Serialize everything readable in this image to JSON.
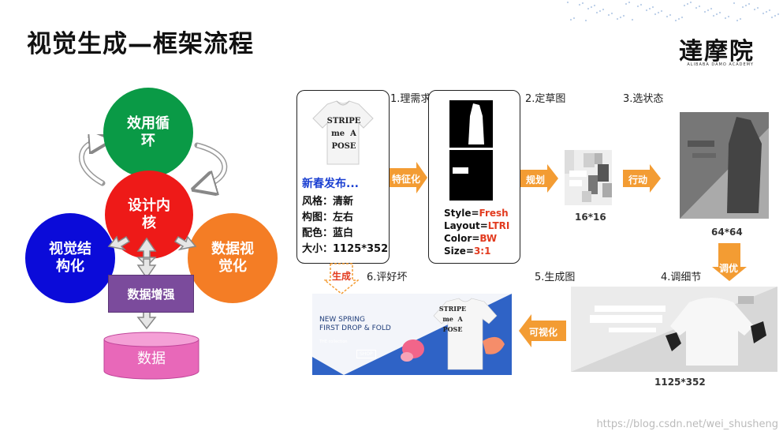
{
  "title": "视觉生成—框架流程",
  "logo": {
    "name": "達摩院",
    "subtitle": "ALIBABA DAMO ACADEMY"
  },
  "left_diagram": {
    "loop": "效用循环",
    "core": "设计内核",
    "vis_struct": "视觉结构化",
    "data_vis": "数据视觉化",
    "augment": "数据增强",
    "data": "数据"
  },
  "flow": {
    "step1": "1.理需求",
    "step2": "2.定草图",
    "step3": "3.选状态",
    "step4": "4.调细节",
    "step5": "5.生成图",
    "step6": "6.评好坏",
    "arrow_feature": "特征化",
    "arrow_plan": "规划",
    "arrow_action": "行动",
    "arrow_tune": "调优",
    "arrow_visualize": "可视化",
    "arrow_generate": "生成",
    "req": {
      "headline": "新春发布...",
      "style_label": "风格：",
      "style_value": "清新",
      "layout_label": "构图：",
      "layout_value": "左右",
      "color_label": "配色：",
      "color_value": "蓝白",
      "size_label": "大小：",
      "size_value": "1125*352"
    },
    "sketch": {
      "style_key": "Style=",
      "style_val": "Fresh",
      "layout_key": "Layout=",
      "layout_val": "LTRI",
      "color_key": "Color=",
      "color_val": "BW",
      "size_key": "Size=",
      "size_val": "3:1"
    },
    "dim_16": "16*16",
    "dim_64": "64*64",
    "dim_1125": "1125*352",
    "shirt": {
      "line1": "STRIPE",
      "line2_a": "me",
      "line2_b": "A",
      "line3": "POSE"
    },
    "banner": {
      "line1": "NEW SPRING",
      "line2": "FIRST DROP & FOLD",
      "line3": "THE collection",
      "button": "SHOP"
    }
  },
  "watermark": "https://blog.csdn.net/wei_shusheng"
}
